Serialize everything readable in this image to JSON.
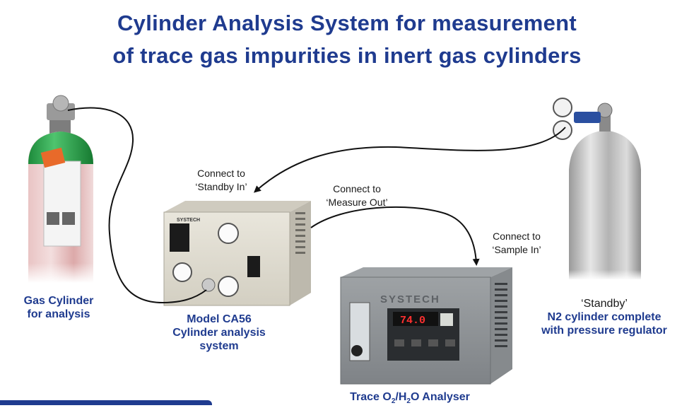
{
  "title_line1": "Cylinder Analysis System for measurement",
  "title_line2": "of trace gas impurities in inert gas cylinders",
  "connect_standby": {
    "line1": "Connect to",
    "line2": "‘Standby In’"
  },
  "connect_measure": {
    "line1": "Connect to",
    "line2": "‘Measure Out’"
  },
  "connect_sample": {
    "line1": "Connect to",
    "line2": "‘Sample In’"
  },
  "gas_cylinder": {
    "line1": "Gas Cylinder",
    "line2": "for analysis"
  },
  "ca56": {
    "line1": "Model CA56",
    "line2": "Cylinder analysis",
    "line3": "system",
    "brand": "SYSTECH"
  },
  "standby_cyl": {
    "line1": "‘Standby’",
    "line2": "N2 cylinder complete",
    "line3": "with pressure regulator"
  },
  "analyser": {
    "label_pre": "Trace O",
    "sub1": "2",
    "mid": "/H",
    "sub2": "2",
    "post": "O Analyser",
    "brand": "SYSTECH",
    "display": "74.0"
  },
  "colors": {
    "title": "#1f3b8f",
    "pipe": "#111111",
    "display": "#ff3030"
  }
}
